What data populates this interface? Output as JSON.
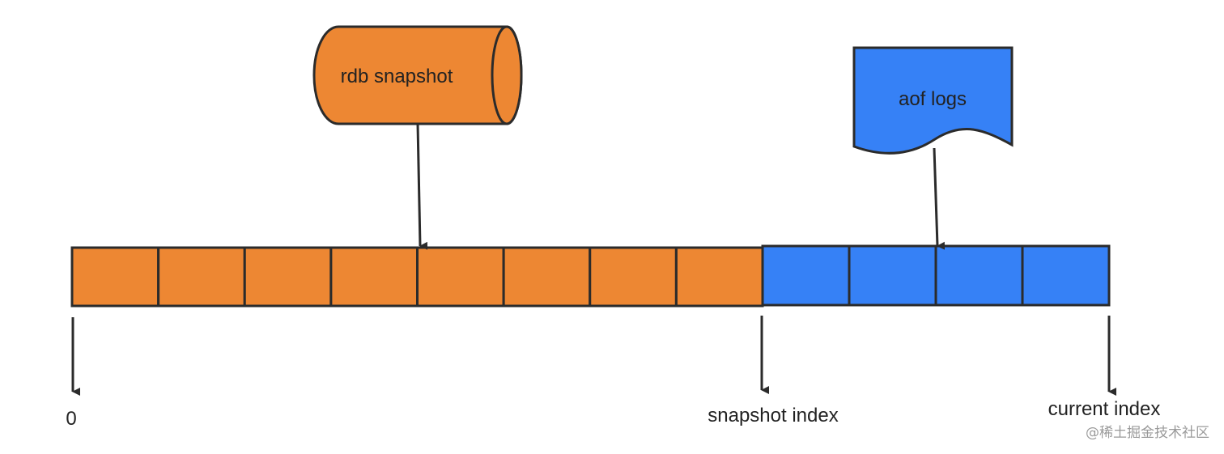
{
  "diagram": {
    "rdb_label": "rdb snapshot",
    "aof_label": "aof logs",
    "index_labels": {
      "start": "0",
      "snapshot": "snapshot index",
      "current": "current index"
    },
    "watermark": "@稀土掘金技术社区"
  },
  "log_entries": {
    "snapshotted_count": 8,
    "aof_count": 4
  },
  "colors": {
    "snapshot": "#ED8733",
    "aof": "#3681F6",
    "stroke": "#2b2b2b",
    "text": "#222222"
  }
}
